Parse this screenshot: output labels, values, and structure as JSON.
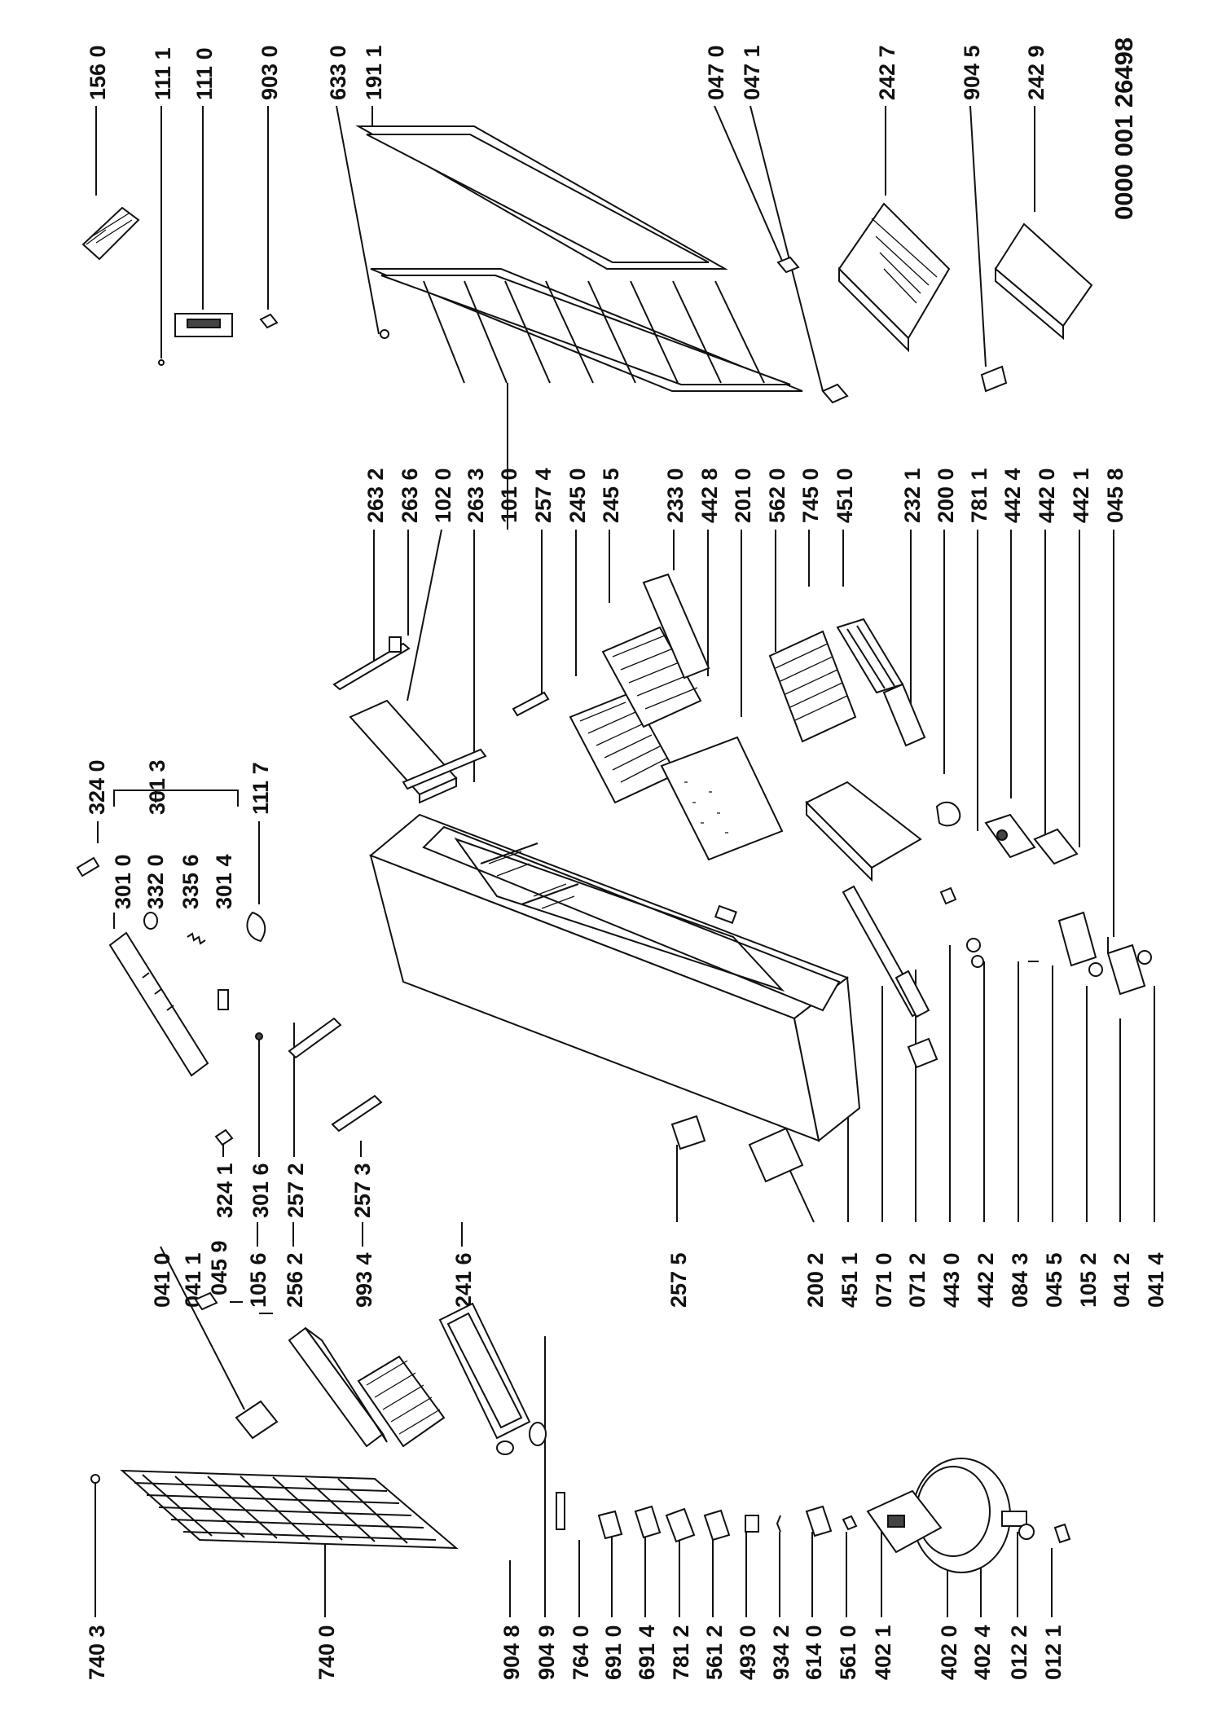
{
  "document_number": "0000 001 26498",
  "labels_col_top": [
    "156 0",
    "111 1",
    "111 0",
    "903 0",
    "633 0",
    "191 1",
    "047 0",
    "047 1",
    "242 7",
    "904 5",
    "242 9"
  ],
  "labels_col_mid_right": [
    "263 2",
    "263 6",
    "102 0",
    "263 3",
    "101 0",
    "257 4",
    "245 0",
    "245 5",
    "233 0",
    "442 8",
    "201 0",
    "562 0",
    "745 0",
    "451 0",
    "232 1",
    "200 0",
    "781 1",
    "442 4",
    "442 0",
    "442 1",
    "045 8"
  ],
  "labels_top_group": [
    "324 0",
    "301 0",
    "332 0",
    "335 6",
    "301 4",
    "301 3",
    "111 7"
  ],
  "labels_col_mid": [
    "324 1",
    "301 6",
    "257 2",
    "257 3"
  ],
  "labels_col_bottom_mid": [
    "257 5",
    "200 2",
    "451 1",
    "071 0",
    "071 2",
    "443 0",
    "442 2",
    "084 3",
    "045 5",
    "105 2",
    "041 2",
    "041 4"
  ],
  "labels_col_left_upper": [
    "041 0",
    "041 1",
    "045 9",
    "105 6",
    "256 2",
    "993 4",
    "241 6"
  ],
  "labels_col_left": [
    "740 3",
    "740 0",
    "904 8",
    "904 9",
    "764 0",
    "691 0",
    "691 4",
    "781 2",
    "561 2",
    "493 0",
    "934 2",
    "614 0",
    "561 0",
    "402 1",
    "402 0",
    "402 4",
    "012 2",
    "012 1"
  ]
}
